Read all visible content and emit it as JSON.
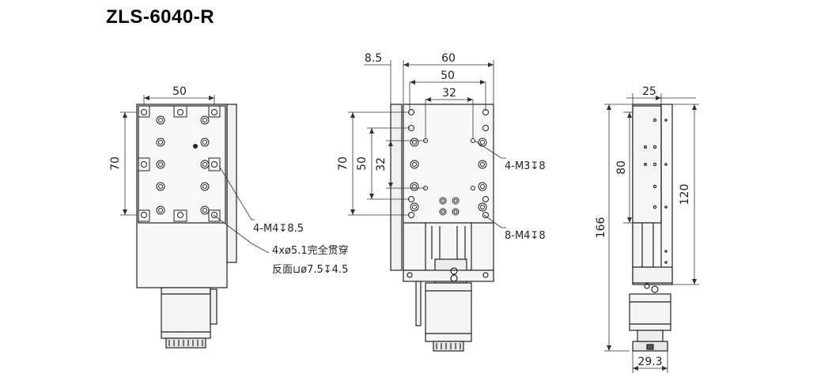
{
  "title": "ZLS-6040-R",
  "front_view": {
    "width_dim": "50",
    "height_dim": "70",
    "callout_tapped": "4-M4↧8.5",
    "callout_through_1": "4xø5.1完全贯穿",
    "callout_through_2": "反面⊔ø7.5↧4.5"
  },
  "top_view": {
    "offset_dim": "8.5",
    "width_dim": "60",
    "inner_width_dim": "50",
    "hole_pitch_dim": "32",
    "height_dim": "70",
    "inner_height_dim": "50",
    "hole_height_dim": "32",
    "callout_m3": "4-M3↧8",
    "callout_m4": "8-M4↧8"
  },
  "side_view": {
    "top_dim": "25",
    "height_dim_80": "80",
    "height_dim_120": "120",
    "total_height_dim": "166",
    "motor_width_dim": "29.3"
  },
  "colors": {
    "line": "#222222",
    "body_fill": "#f7f7f7",
    "dim_line": "#333333"
  }
}
